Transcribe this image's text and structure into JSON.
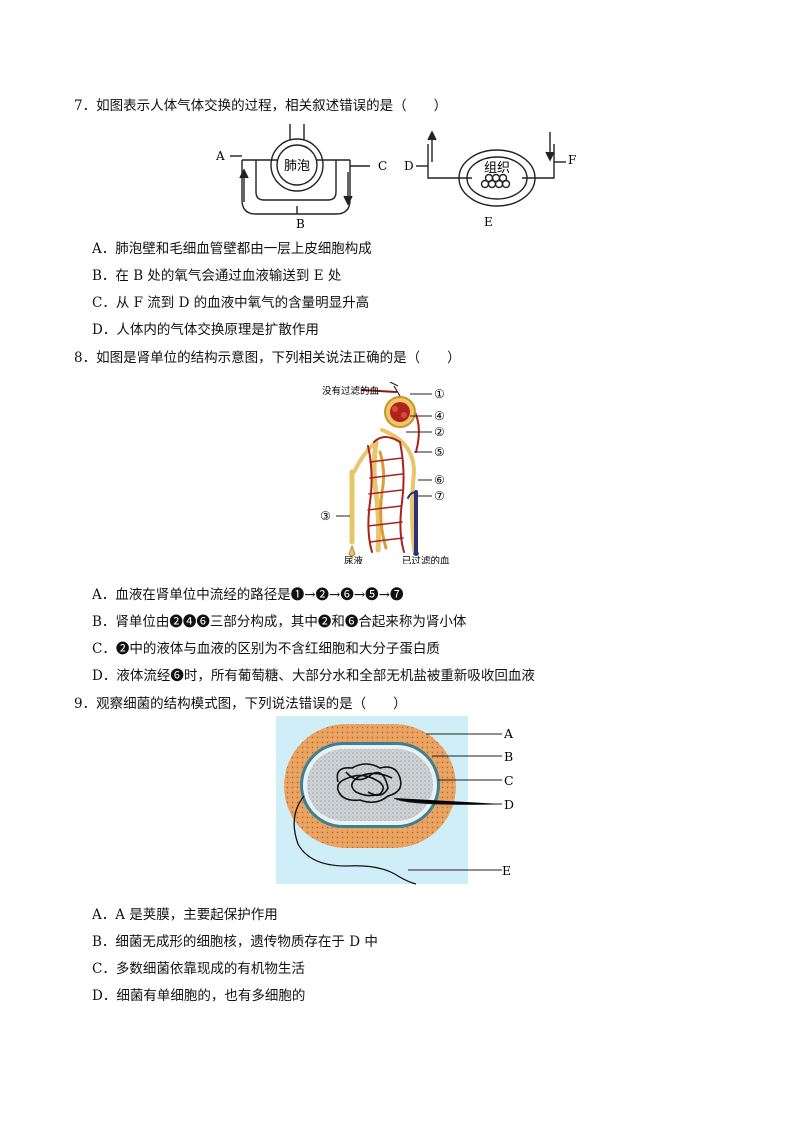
{
  "q7": {
    "stem": "7．如图表示人体气体交换的过程，相关叙述错误的是（　　）",
    "diagram": {
      "alveolus": "肺泡",
      "tissue": "组织",
      "labels": {
        "A": "A",
        "B": "B",
        "C": "C",
        "D": "D",
        "E": "E",
        "F": "F"
      }
    },
    "options": [
      "A．肺泡壁和毛细血管壁都由一层上皮细胞构成",
      "B．在 B 处的氧气会通过血液输送到 E 处",
      "C．从 F 流到 D 的血液中氧气的含量明显升高",
      "D．人体内的气体交换原理是扩散作用"
    ]
  },
  "q8": {
    "stem": "8．如图是肾单位的结构示意图，下列相关说法正确的是（　　）",
    "diagram": {
      "unfiltered": "没有过滤的血",
      "urine": "尿液",
      "filtered": "已过滤的血",
      "n1": "①",
      "n2": "②",
      "n3": "③",
      "n4": "④",
      "n5": "⑤",
      "n6": "⑥",
      "n7": "⑦"
    },
    "options": [
      "A．血液在肾单位中流经的路径是❶→❷→❻→❺→❼",
      "B．肾单位由❷❹❻三部分构成，其中❷和❻合起来称为肾小体",
      "C．❷中的液体与血液的区别为不含红细胞和大分子蛋白质",
      "D．液体流经❻时，所有葡萄糖、大部分水和全部无机盐被重新吸收回血液"
    ]
  },
  "q9": {
    "stem": "9．观察细菌的结构模式图，下列说法错误的是（　　）",
    "diagram": {
      "A": "A",
      "B": "B",
      "C": "C",
      "D": "D",
      "E": "E"
    },
    "options": [
      "A．A 是荚膜，主要起保护作用",
      "B．细菌无成形的细胞核，遗传物质存在于 D 中",
      "C．多数细菌依靠现成的有机物生活",
      "D．细菌有单细胞的，也有多细胞的"
    ]
  }
}
